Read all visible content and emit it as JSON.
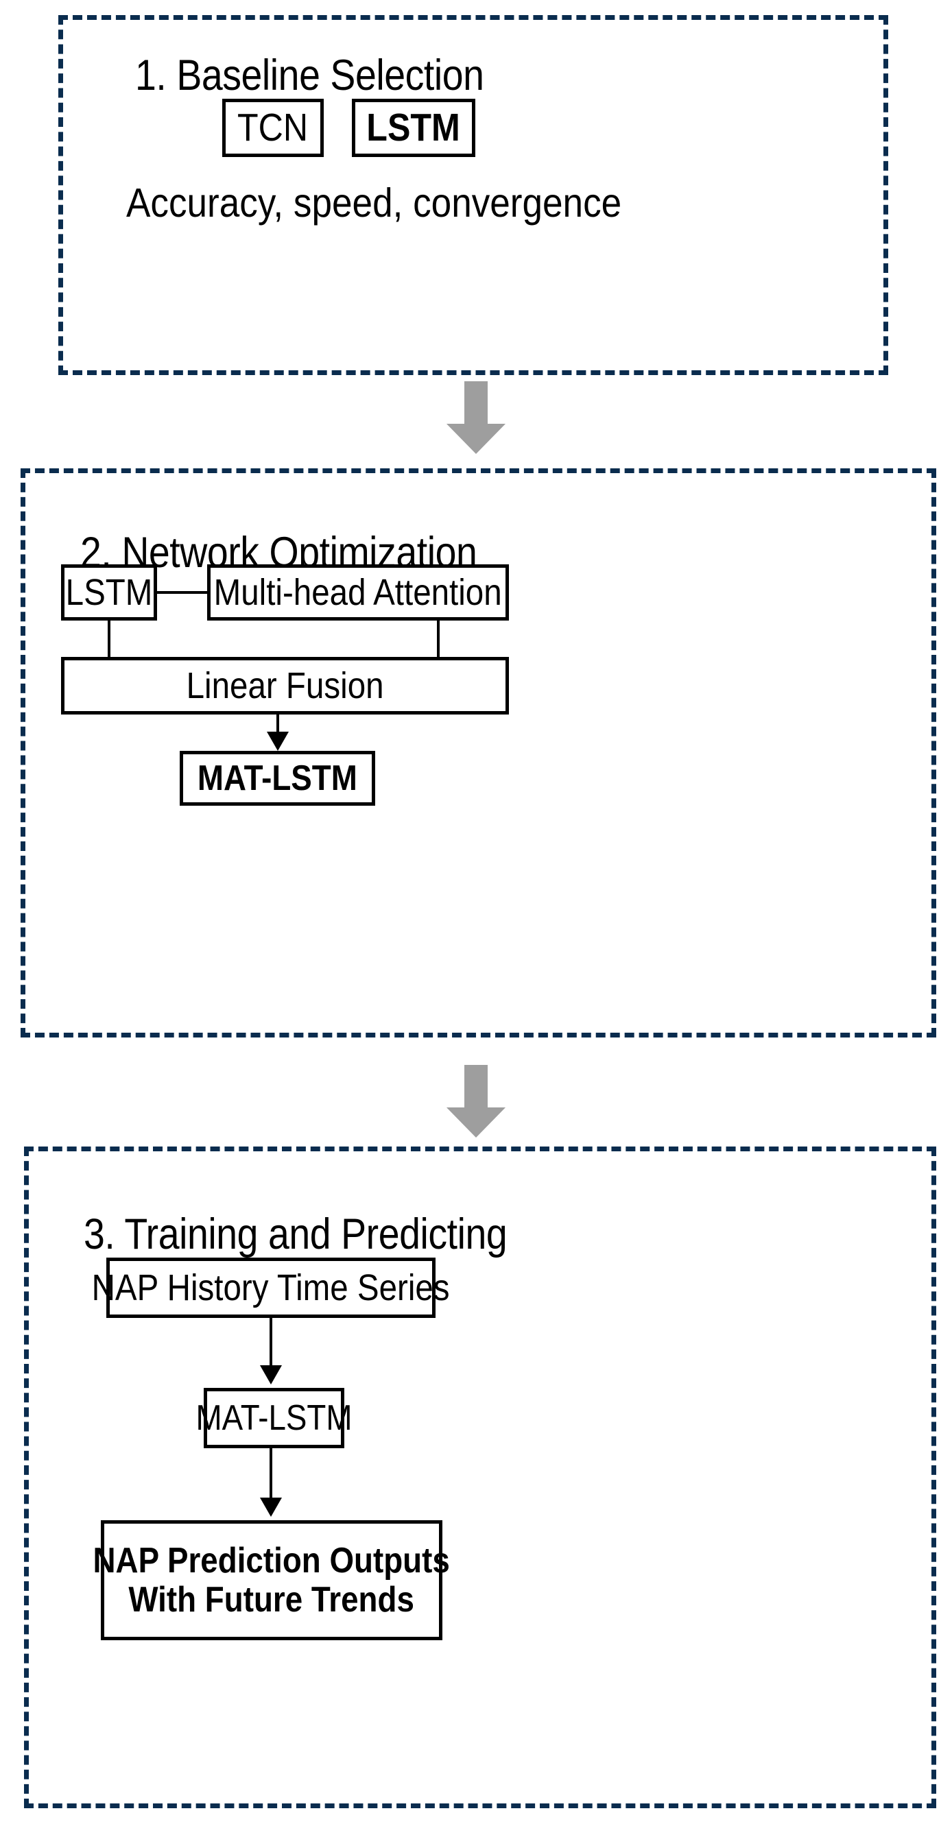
{
  "diagram": {
    "title": "MAT-LSTM NAP prediction workflow",
    "accent_color": "#0a2c4e",
    "box_border_color": "#000000",
    "connector_arrow_color": "#9e9e9e",
    "background_color": "#ffffff"
  },
  "sections": [
    {
      "id": "baseline-selection",
      "heading": "1. Baseline Selection",
      "boxes": [
        {
          "id": "tcn",
          "label": "TCN",
          "bold": false
        },
        {
          "id": "lstm",
          "label": "LSTM",
          "bold": true
        }
      ],
      "caption": "Accuracy, speed, convergence"
    },
    {
      "id": "network-optimization",
      "heading": "2. Network Optimization",
      "boxes": [
        {
          "id": "lstm",
          "label": "LSTM",
          "bold": false
        },
        {
          "id": "attention",
          "label": "Multi-head Attention",
          "bold": false
        },
        {
          "id": "fusion",
          "label": "Linear Fusion",
          "bold": false
        },
        {
          "id": "matlstm",
          "label": "MAT-LSTM",
          "bold": true
        }
      ]
    },
    {
      "id": "training-and-predicting",
      "heading": "3. Training and Predicting",
      "boxes": [
        {
          "id": "history",
          "label": "NAP History Time Series",
          "bold": false
        },
        {
          "id": "matlstm",
          "label": "MAT-LSTM",
          "bold": false
        },
        {
          "id": "outputs",
          "label_line1": "NAP Prediction Outputs",
          "label_line2": "With Future Trends",
          "bold": true
        }
      ]
    }
  ],
  "connectors": {
    "stage_arrow_1_to_2": "down-block-arrow",
    "stage_arrow_2_to_3": "down-block-arrow",
    "fusion_to_matlstm": "down-arrow",
    "history_to_matlstm": "down-arrow",
    "matlstm_to_outputs": "down-arrow"
  }
}
